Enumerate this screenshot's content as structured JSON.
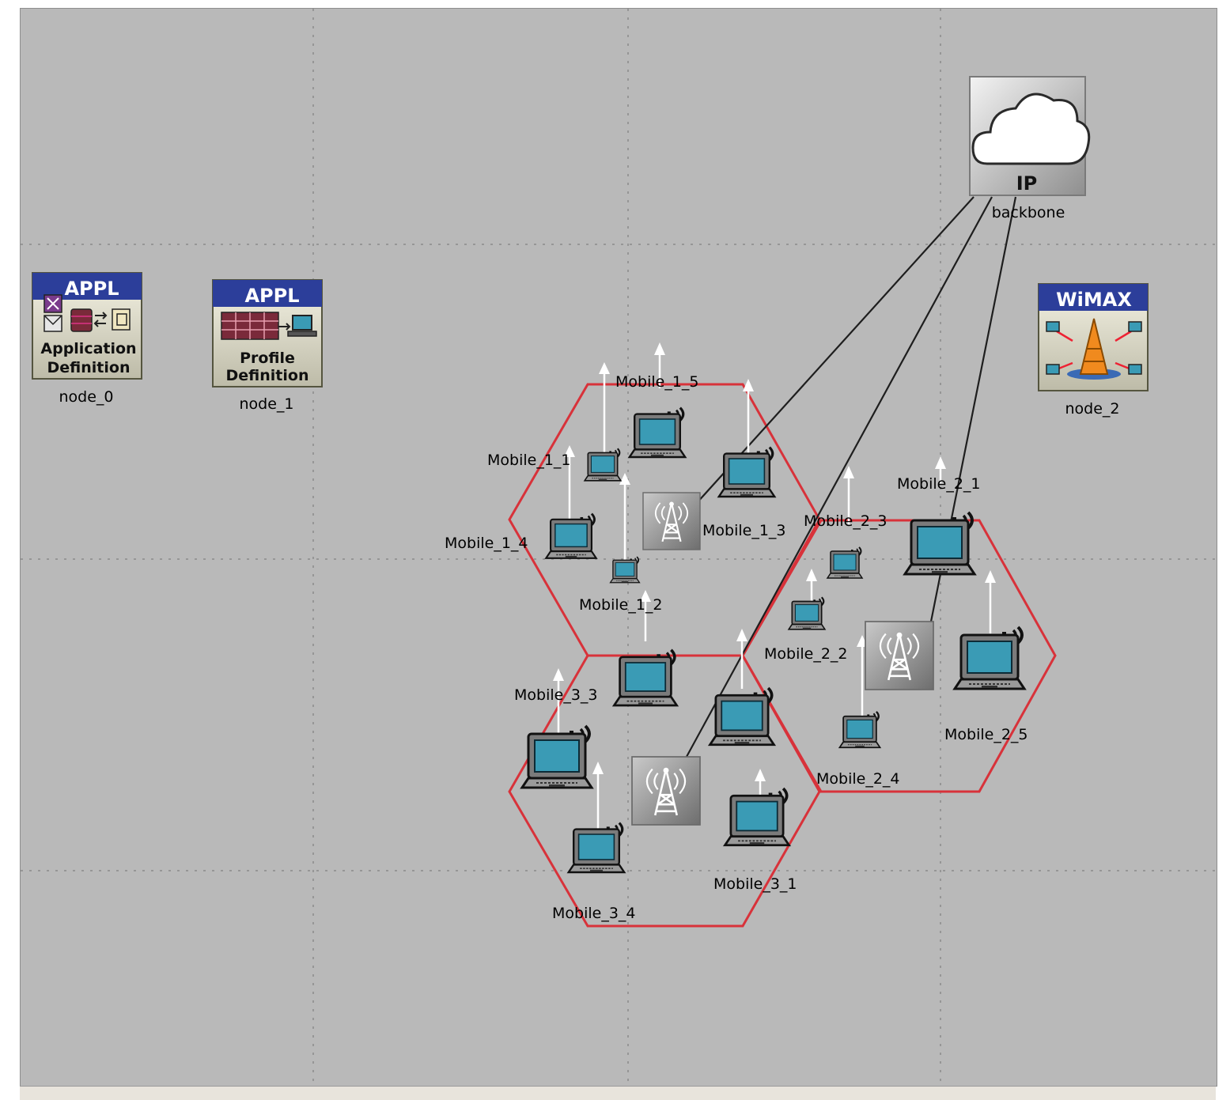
{
  "objects": {
    "app_def": {
      "badge": "APPL",
      "line1": "Application",
      "line2": "Definition",
      "name": "node_0"
    },
    "profile_def": {
      "badge": "APPL",
      "line1": "Profile",
      "line2": "Definition",
      "name": "node_1"
    },
    "wimax_cfg": {
      "badge": "WiMAX",
      "name": "node_2"
    },
    "ip_cloud": {
      "badge": "IP",
      "name": "backbone",
      "icon": "cloud-icon"
    }
  },
  "mobiles": {
    "m1_1": "Mobile_1_1",
    "m1_2": "Mobile_1_2",
    "m1_3": "Mobile_1_3",
    "m1_4": "Mobile_1_4",
    "m1_5": "Mobile_1_5",
    "m2_1": "Mobile_2_1",
    "m2_2": "Mobile_2_2",
    "m2_3": "Mobile_2_3",
    "m2_4": "Mobile_2_4",
    "m2_5": "Mobile_2_5",
    "m3_1": "Mobile_3_1",
    "m3_3": "Mobile_3_3",
    "m3_4": "Mobile_3_4"
  },
  "icons": {
    "base_station": "base-station-icon",
    "laptop": "laptop-icon",
    "trajectory": "trajectory-arrow-icon"
  },
  "colors": {
    "workspace": "#b9b9b9",
    "grid": "#8a8a8a",
    "cell_border": "#d8323a",
    "appl_header": "#2c3e9a",
    "screen": "#3a9bb5",
    "link": "#1e1e1e"
  }
}
